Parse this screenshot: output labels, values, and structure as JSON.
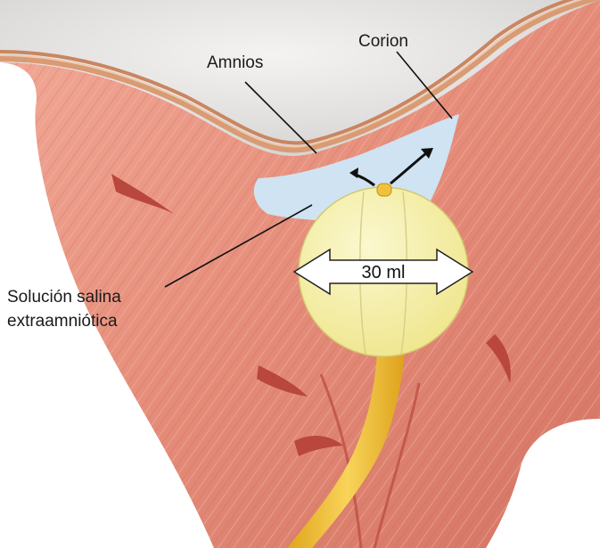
{
  "labels": {
    "amnios": "Amnios",
    "corion": "Corion",
    "saline_line1": "Solución salina",
    "saline_line2": "extraamniótica",
    "volume": "30 ml"
  },
  "colors": {
    "muscle": "#e7917f",
    "muscle_dark": "#b9473e",
    "amniotic_cavity": "#e9e7e6",
    "membrane": "#d99b73",
    "saline": "#cfe3f2",
    "balloon": "#f7f3b4",
    "catheter": "#f0c23c"
  }
}
